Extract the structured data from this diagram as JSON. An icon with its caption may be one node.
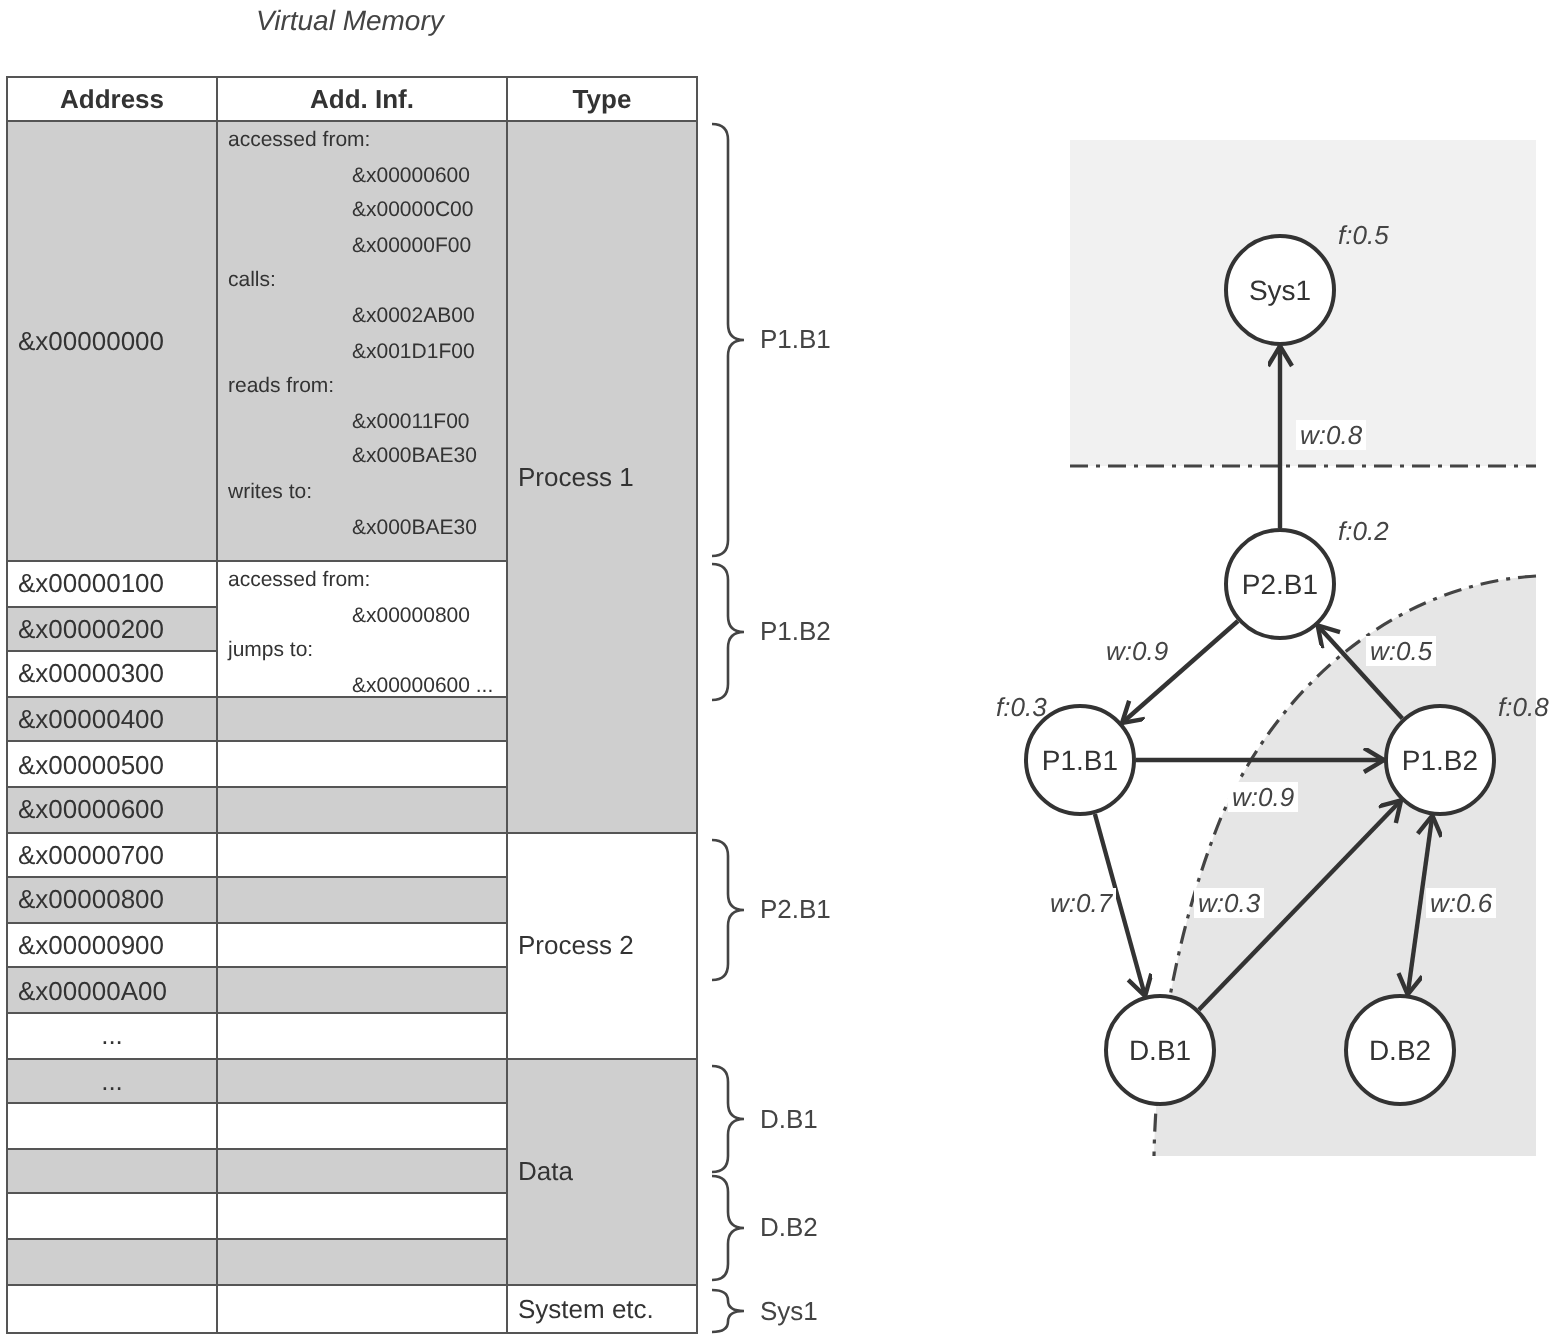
{
  "diagram": {
    "nodes": [
      {
        "text": [
          "Sys1"
        ],
        "beside": [
          "f:0.5"
        ]
      },
      {
        "text": [
          "P2.B1"
        ],
        "beside": [
          "f:0.2"
        ]
      },
      {
        "text": [
          "P1.B1"
        ],
        "beside": [
          "f:0.3"
        ]
      },
      {
        "text": [
          "P1.B2"
        ],
        "beside": [
          "f:0.8"
        ]
      },
      {
        "text": [
          "D.B1"
        ]
      },
      {
        "text": [
          "D.B2"
        ]
      }
    ],
    "edges": [
      {
        "from": 1,
        "to": 0,
        "arrow": "to",
        "label": "w:0.8"
      },
      {
        "from": 1,
        "to": 2,
        "arrow": "to",
        "label": "w:0.9"
      },
      {
        "from": 3,
        "to": 1,
        "arrow": "to",
        "label": "w:0.5"
      },
      {
        "from": 2,
        "to": 3,
        "arrow": "to",
        "label": "w:0.9"
      },
      {
        "from": 2,
        "to": 4,
        "arrow": "to",
        "label": "w:0.7"
      },
      {
        "from": 4,
        "to": 3,
        "arrow": "to",
        "label": "w:0.3"
      },
      {
        "from": 3,
        "to": 5,
        "arrow": "both",
        "label": "w:0.6"
      }
    ],
    "labels": [
      "Virtual Memory",
      "Address",
      "Add. Inf.",
      "Type",
      "&x00000000",
      "accessed from:",
      "&x00000600",
      "&x00000C00",
      "&x00000F00",
      "calls:",
      "&x0002AB00",
      "&x001D1F00",
      "reads from:",
      "&x00011F00",
      "&x000BAE30",
      "writes to:",
      "&x000BAE30",
      "Process 1",
      "&x00000100",
      "accessed from:",
      "&x00000800",
      "jumps to:",
      "&x00000600 ...",
      "&x00000200",
      "&x00000300",
      "&x00000400",
      "&x00000500",
      "&x00000600",
      "&x00000700",
      "Process 2",
      "&x00000800",
      "&x00000900",
      "&x00000A00",
      "...",
      "...",
      "Data",
      "System etc.",
      "P1.B1",
      "P1.B2",
      "P2.B1",
      "D.B1",
      "D.B2",
      "Sys1"
    ]
  }
}
